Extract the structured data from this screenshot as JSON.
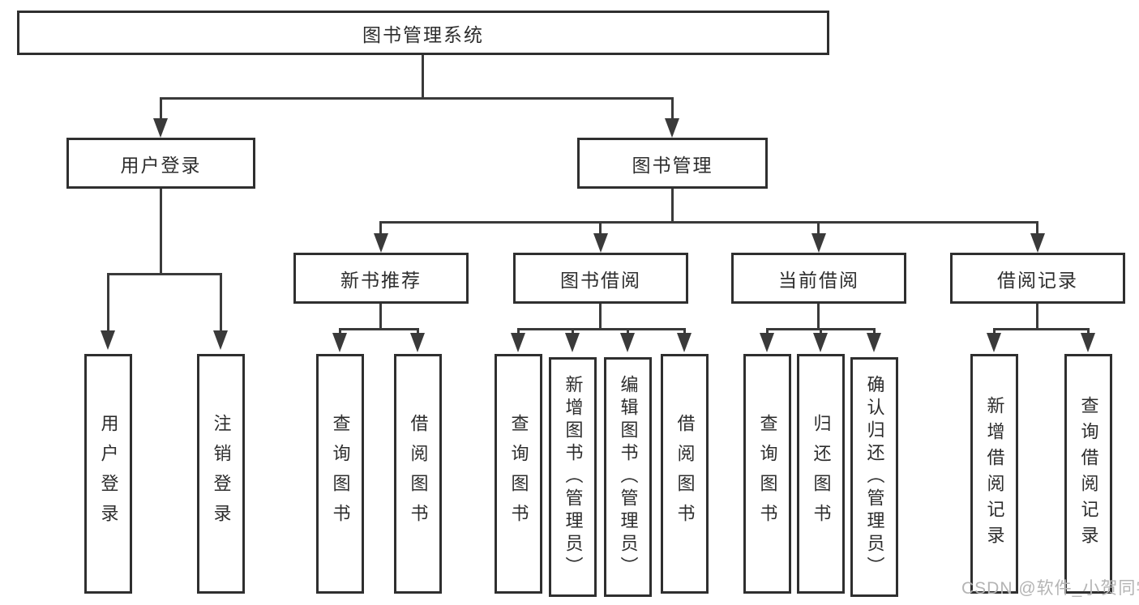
{
  "root": {
    "label": "图书管理系统"
  },
  "level2": [
    {
      "label": "用户登录"
    },
    {
      "label": "图书管理"
    }
  ],
  "level3": [
    {
      "label": "新书推荐",
      "parent": "图书管理"
    },
    {
      "label": "图书借阅",
      "parent": "图书管理"
    },
    {
      "label": "当前借阅",
      "parent": "图书管理"
    },
    {
      "label": "借阅记录",
      "parent": "图书管理"
    }
  ],
  "leaves": [
    {
      "label": "用户登录",
      "parent": "用户登录"
    },
    {
      "label": "注销登录",
      "parent": "用户登录"
    },
    {
      "label": "查询图书",
      "parent": "新书推荐"
    },
    {
      "label": "借阅图书",
      "parent": "新书推荐"
    },
    {
      "label": "查询图书",
      "parent": "图书借阅"
    },
    {
      "label": "新增图书（管理员）",
      "parent": "图书借阅"
    },
    {
      "label": "编辑图书（管理员）",
      "parent": "图书借阅"
    },
    {
      "label": "借阅图书",
      "parent": "图书借阅"
    },
    {
      "label": "查询图书",
      "parent": "当前借阅"
    },
    {
      "label": "归还图书",
      "parent": "当前借阅"
    },
    {
      "label": "确认归还（管理员）",
      "parent": "当前借阅"
    },
    {
      "label": "新增借阅记录",
      "parent": "借阅记录"
    },
    {
      "label": "查询借阅记录",
      "parent": "借阅记录"
    }
  ],
  "watermark": "CSDN @软件_小贺同学",
  "colors": {
    "line": "#3a3a3a",
    "box_border": "#2f2f2f",
    "box_fill": "#ffffff",
    "text": "#2d2d2d",
    "watermark": "#b4b4b4",
    "background": "#ffffff"
  }
}
